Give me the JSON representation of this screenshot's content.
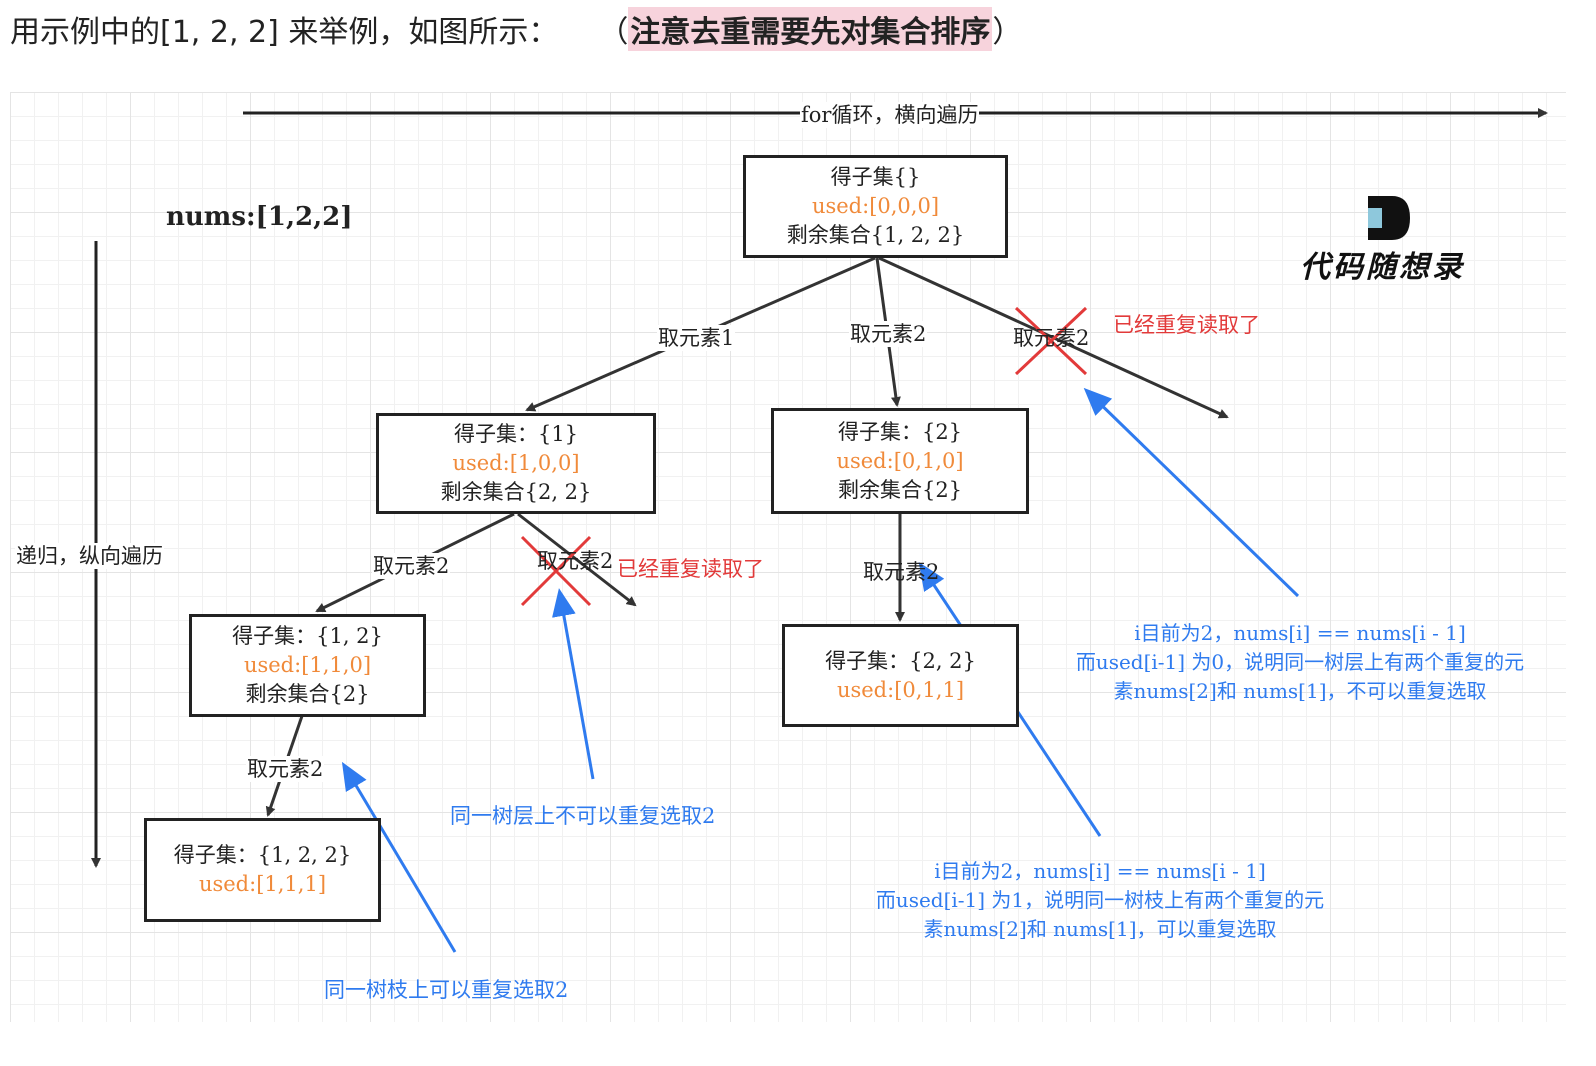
{
  "intro": {
    "text": "用示例中的[1, 2, 2] 来举例，如图所示：",
    "paren_open": "（",
    "highlight": "注意去重需要先对集合排序",
    "paren_close": "）"
  },
  "diagram": {
    "for_label": "for循环，横向遍历",
    "recur_label": "递归，纵向遍历",
    "nums_label": "nums:[1,2,2]",
    "logo_text": "代码随想录",
    "nodes": {
      "root": {
        "line1": "得子集{}",
        "used": "used:[0,0,0]",
        "line3": "剩余集合{1, 2, 2}"
      },
      "n1": {
        "line1": "得子集：{1}",
        "used": "used:[1,0,0]",
        "line3": "剩余集合{2, 2}"
      },
      "n2": {
        "line1": "得子集：{2}",
        "used": "used:[0,1,0]",
        "line3": "剩余集合{2}"
      },
      "n12": {
        "line1": "得子集：{1, 2}",
        "used": "used:[1,1,0]",
        "line3": "剩余集合{2}"
      },
      "n22": {
        "line1": "得子集：{2, 2}",
        "used": "used:[0,1,1]"
      },
      "n122": {
        "line1": "得子集：{1, 2, 2}",
        "used": "used:[1,1,1]"
      }
    },
    "edges": {
      "take1": "取元素1",
      "take2_a": "取元素2",
      "take2_b": "取元素2",
      "take2_c": "取元素2",
      "take2_d": "取元素2",
      "take2_e": "取元素2",
      "take2_f": "取元素2"
    },
    "dup_note_1": "已经重复读取了",
    "dup_note_2": "已经重复读取了",
    "note_level": "同一树层上不可以重复选取2",
    "note_branch": "同一树枝上可以重复选取2",
    "note_right": {
      "line1": "i目前为2，nums[i] == nums[i - 1]",
      "line2": "而used[i-1] 为0，说明同一树层上有两个重复的元",
      "line3": "素nums[2]和 nums[1]，不可以重复选取"
    },
    "note_mid": {
      "line1": "i目前为2，nums[i] == nums[i - 1]",
      "line2": "而used[i-1] 为1，说明同一树枝上有两个重复的元",
      "line3": "素nums[2]和 nums[1]，可以重复选取"
    },
    "colors": {
      "used": "#f08a3a",
      "red": "#e23a3a",
      "blue": "#2f7bef",
      "highlight": "#f7d3dc"
    }
  }
}
